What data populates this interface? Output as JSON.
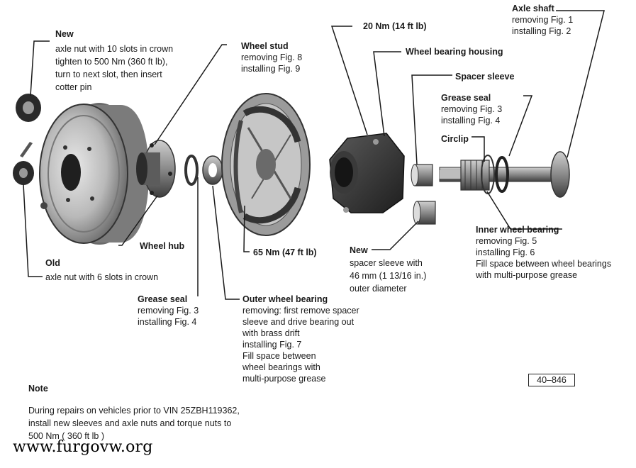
{
  "labels": {
    "axle_nut_new": {
      "title": "New",
      "lines": [
        "axle nut with 10 slots in crown",
        "tighten to 500 Nm (360 ft lb),",
        "turn to next slot, then insert",
        "cotter pin"
      ]
    },
    "axle_nut_old": {
      "title": "Old",
      "lines": [
        "axle nut with 6 slots in crown"
      ]
    },
    "wheel_stud": {
      "title": "Wheel stud",
      "lines": [
        "removing Fig. 8",
        "installing Fig. 9"
      ]
    },
    "torque_20": {
      "title": "20 Nm (14 ft lb)"
    },
    "wheel_bearing_housing": {
      "title": "Wheel bearing housing"
    },
    "spacer_sleeve": {
      "title": "Spacer sleeve"
    },
    "grease_seal_right": {
      "title": "Grease seal",
      "lines": [
        "removing Fig. 3",
        "installing Fig. 4"
      ]
    },
    "circlip": {
      "title": "Circlip"
    },
    "axle_shaft": {
      "title": "Axle shaft",
      "lines": [
        "removing Fig. 1",
        "installing Fig. 2"
      ]
    },
    "wheel_hub": {
      "title": "Wheel hub"
    },
    "torque_65": {
      "title": "65 Nm (47 ft lb)"
    },
    "spacer_new": {
      "title": "New",
      "lines": [
        "spacer sleeve with",
        "46 mm (1 13/16 in.)",
        "outer diameter"
      ]
    },
    "inner_wheel_bearing": {
      "title": "Inner wheel bearing",
      "lines": [
        "removing Fig. 5",
        "installing Fig. 6",
        "Fill space between wheel bearings",
        "with multi-purpose grease"
      ]
    },
    "grease_seal_left": {
      "title": "Grease seal",
      "lines": [
        "removing Fig. 3",
        "installing Fig. 4"
      ]
    },
    "outer_wheel_bearing": {
      "title": "Outer wheel bearing",
      "lines": [
        "removing: first remove spacer",
        "sleeve and drive bearing out",
        "with brass drift",
        "installing Fig. 7",
        "Fill space between",
        "wheel bearings with",
        "multi-purpose grease"
      ]
    }
  },
  "figure_number": "40–846",
  "note": {
    "title": "Note",
    "lines": [
      "During repairs on vehicles prior to VIN 25ZBH119362,",
      "install new sleeves and axle nuts and torque nuts to",
      "500 Nm ( 360 ft lb )"
    ]
  },
  "watermark": "www.furgovw.org"
}
